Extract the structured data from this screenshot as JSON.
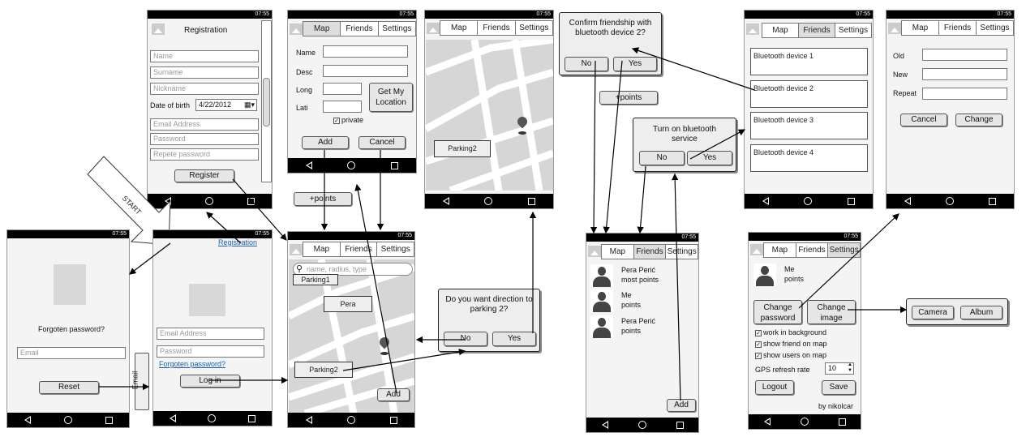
{
  "status_time": "07:55",
  "tabs": [
    "Map",
    "Friends",
    "Settings"
  ],
  "registration": {
    "title": "Registration",
    "name_ph": "Name",
    "surname_ph": "Surname",
    "nickname_ph": "Nickname",
    "dob_label": "Date of birth",
    "dob_value": "4/22/2012",
    "email_ph": "Email Address",
    "password_ph": "Password",
    "repeat_ph": "Repete password",
    "register_btn": "Register"
  },
  "start_label": "START",
  "forgot": {
    "title": "Forgoten password?",
    "email_ph": "Email",
    "reset_btn": "Reset",
    "email_tag": "Email"
  },
  "login": {
    "registration_link": "Registration",
    "email_ph": "Email Address",
    "password_ph": "Password",
    "forgot_link": "Forgoten password?",
    "login_btn": "Log in"
  },
  "add_location": {
    "name_label": "Name",
    "desc_label": "Desc",
    "long_label": "Long",
    "lati_label": "Lati",
    "get_location_btn": "Get My Location",
    "private_label": "private",
    "add_btn": "Add",
    "cancel_btn": "Cancel"
  },
  "points_tag": "+points",
  "map_main": {
    "search_ph": "name, radius, type",
    "parking1": "Parking1",
    "pera": "Pera",
    "parking2": "Parking2",
    "add_btn": "Add"
  },
  "map_detail": {
    "parking2": "Parking2"
  },
  "direction_dialog": {
    "text": "Do you want direction to parking 2?",
    "no": "No",
    "yes": "Yes"
  },
  "confirm_dialog": {
    "text": "Confirm friendship with bluetooth device 2?",
    "no": "No",
    "yes": "Yes"
  },
  "bt_dialog": {
    "text": "Turn on bluetooth service",
    "no": "No",
    "yes": "Yes"
  },
  "friends": [
    {
      "name": "Pera Perić",
      "sub": "most points"
    },
    {
      "name": "Me",
      "sub": "points"
    },
    {
      "name": "Pera Perić",
      "sub": "points"
    }
  ],
  "friends_add_btn": "Add",
  "bluetooth_devices": [
    "Bluetooth device 1",
    "Bluetooth device 2",
    "Bluetooth device 3",
    "Bluetooth device 4"
  ],
  "change_password": {
    "old_label": "Old",
    "new_label": "New",
    "repeat_label": "Repeat",
    "cancel_btn": "Cancel",
    "change_btn": "Change"
  },
  "settings": {
    "me_name": "Me",
    "me_points": "points",
    "change_password_btn": "Change password",
    "change_image_btn": "Change image",
    "work_bg": "work in background",
    "show_friend": "show friend on map",
    "show_users": "show users on map",
    "gps_label": "GPS refresh rate",
    "gps_value": "10",
    "logout_btn": "Logout",
    "save_btn": "Save",
    "author": "by nikolcar"
  },
  "image_source": {
    "camera_btn": "Camera",
    "album_btn": "Album"
  }
}
